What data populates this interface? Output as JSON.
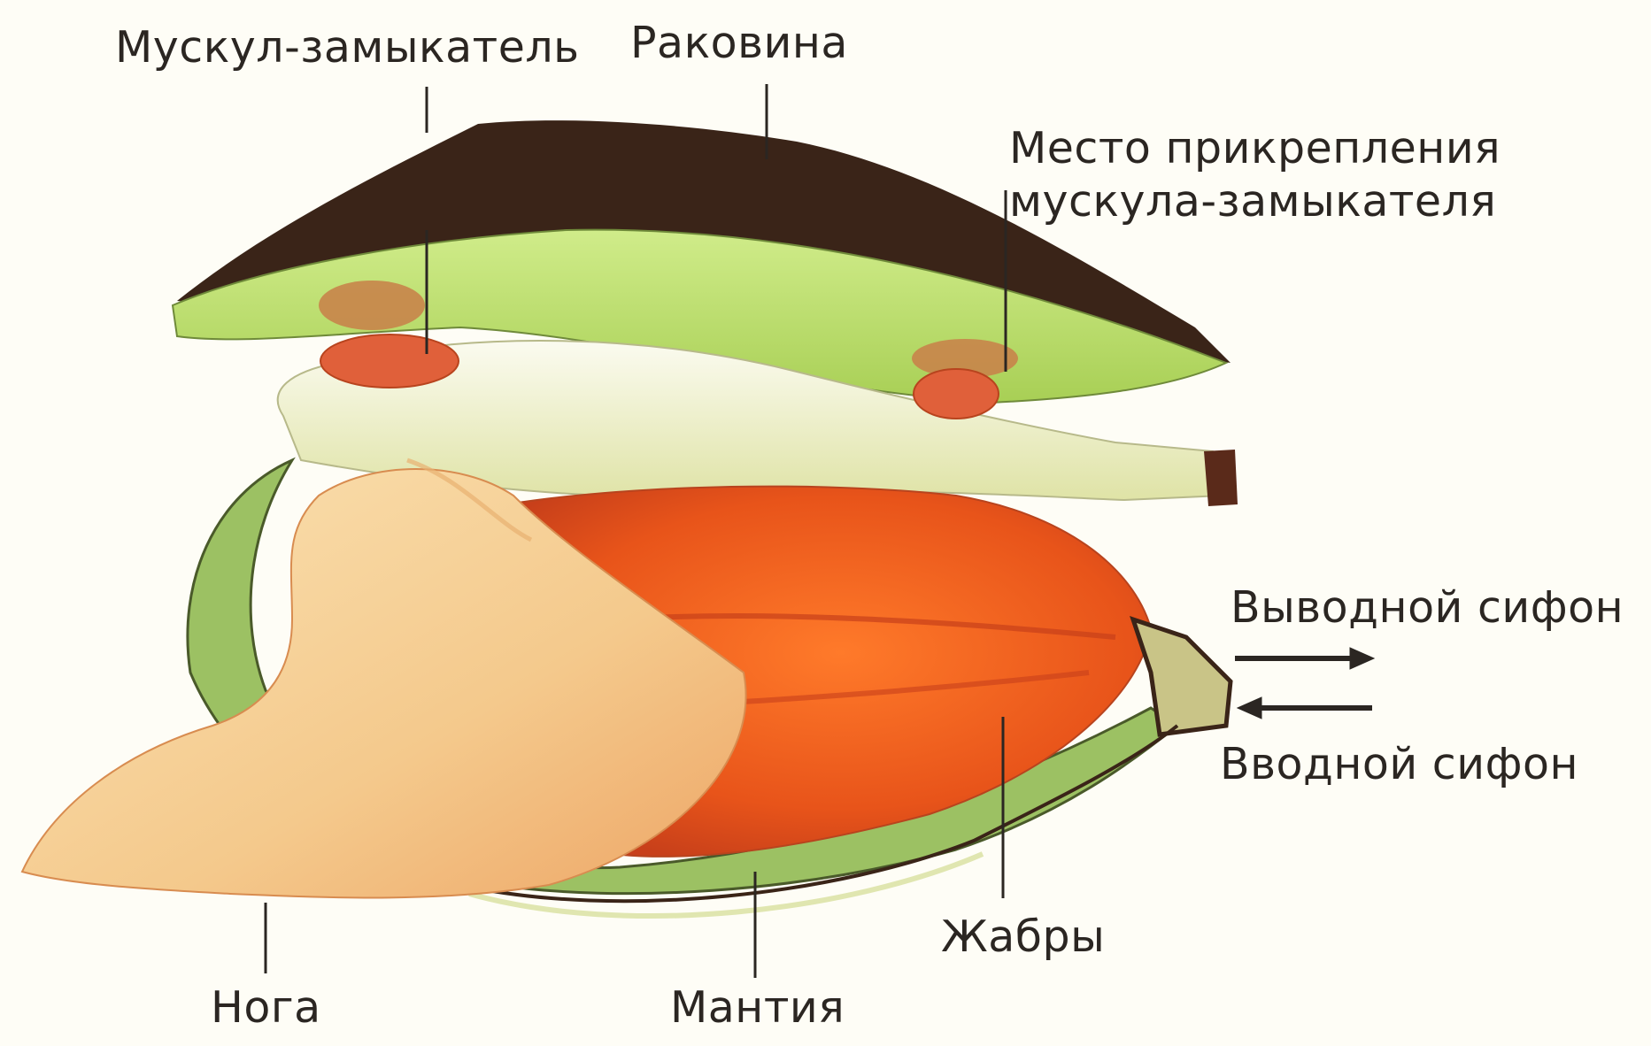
{
  "labels": {
    "adductor_muscle": "Мускул-замыкатель",
    "shell": "Раковина",
    "attachment_line1": "Место прикрепления",
    "attachment_line2": "мускула-замыкателя",
    "outlet_siphon": "Выводной сифон",
    "inlet_siphon": "Вводной сифон",
    "foot": "Нога",
    "mantle": "Мантия",
    "gills": "Жабры"
  },
  "colors": {
    "shell_outer": "#3a2418",
    "shell_inner": "#b9dc6a",
    "muscle": "#e0603a",
    "body": "#f0ecc4",
    "gills": "#e8541a",
    "foot": "#f4c98c",
    "mantle_edge": "#8aa850",
    "leader": "#2b2622"
  }
}
